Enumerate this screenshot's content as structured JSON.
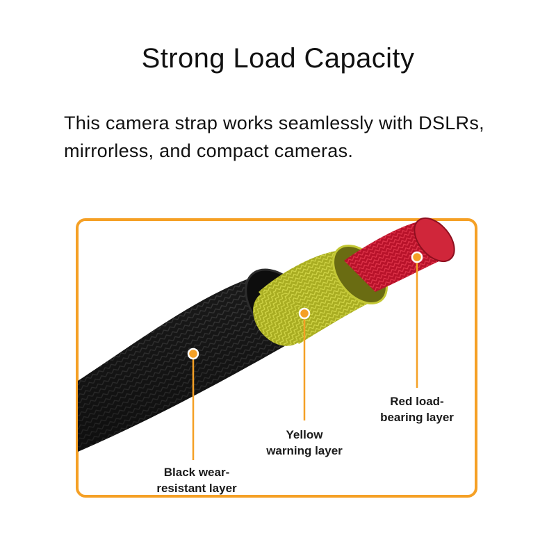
{
  "header": {
    "title": "Strong Load Capacity",
    "description": "This camera strap works seamlessly with DSLRs, mirrorless, and compact cameras."
  },
  "callouts": {
    "black": "Black wear-\nresistant layer",
    "yellow": "Yellow\nwarning layer",
    "red": "Red load-\nbearing layer"
  },
  "colors": {
    "accent": "#F5A025",
    "black_layer": "#1b1b1b",
    "yellow_layer": "#b9bd2a",
    "red_layer": "#c8162c"
  }
}
